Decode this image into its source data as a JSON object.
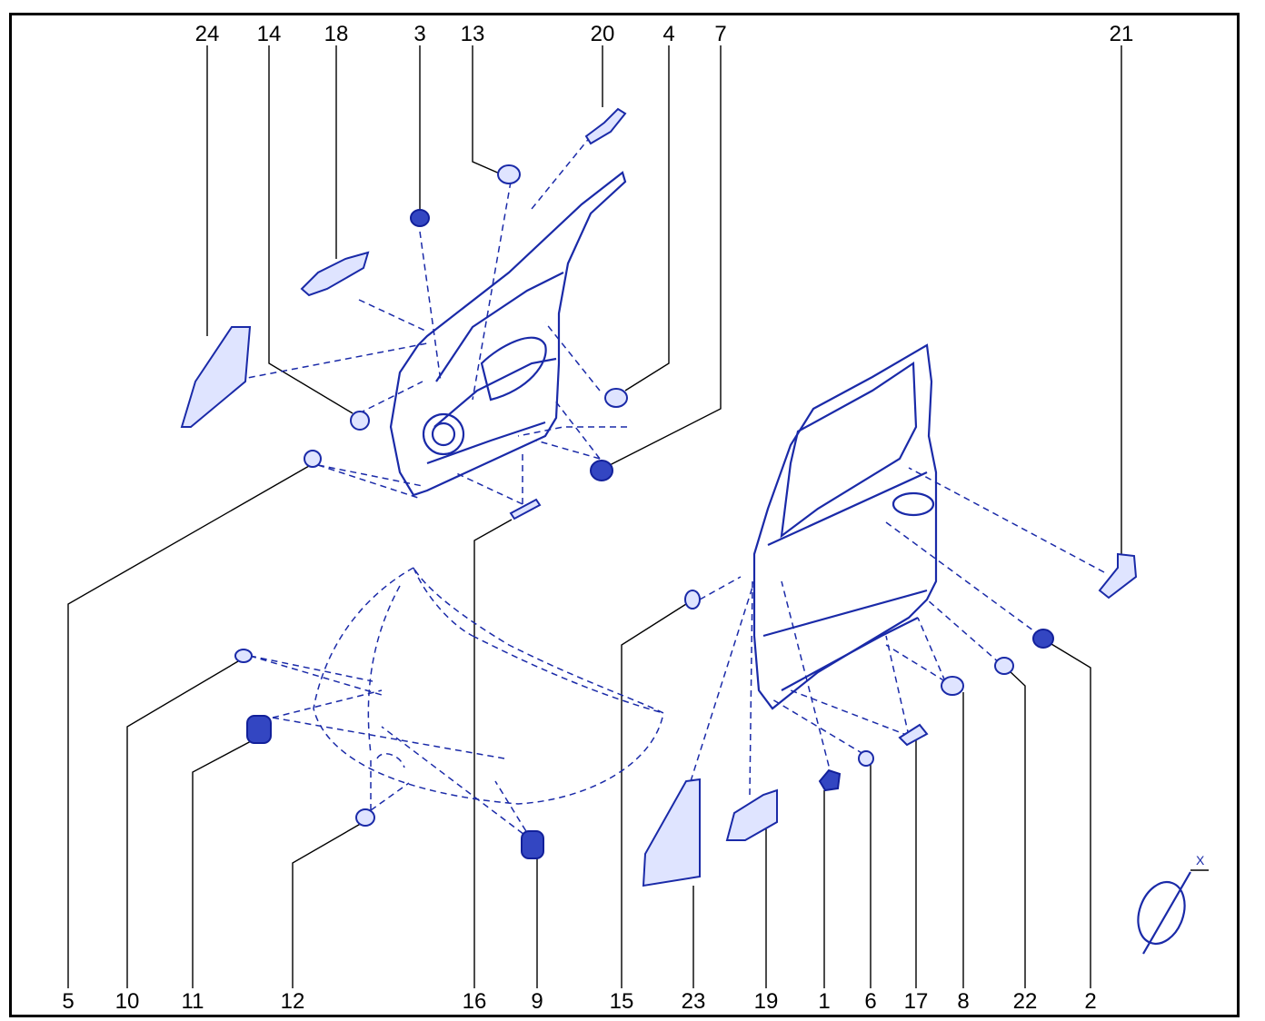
{
  "callouts": {
    "c24": "24",
    "c14": "14",
    "c18": "18",
    "c3": "3",
    "c13": "13",
    "c20": "20",
    "c4": "4",
    "c7": "7",
    "c21": "21",
    "c5": "5",
    "c10": "10",
    "c11": "11",
    "c12": "12",
    "c16": "16",
    "c9": "9",
    "c15": "15",
    "c23": "23",
    "c19": "19",
    "c1": "1",
    "c6": "6",
    "c17": "17",
    "c8": "8",
    "c22": "22",
    "c2": "2"
  },
  "axis": {
    "label": "X"
  },
  "colors": {
    "drawing": "#1a2aa8",
    "fill": "#dfe4ff",
    "labels": "#000000"
  }
}
